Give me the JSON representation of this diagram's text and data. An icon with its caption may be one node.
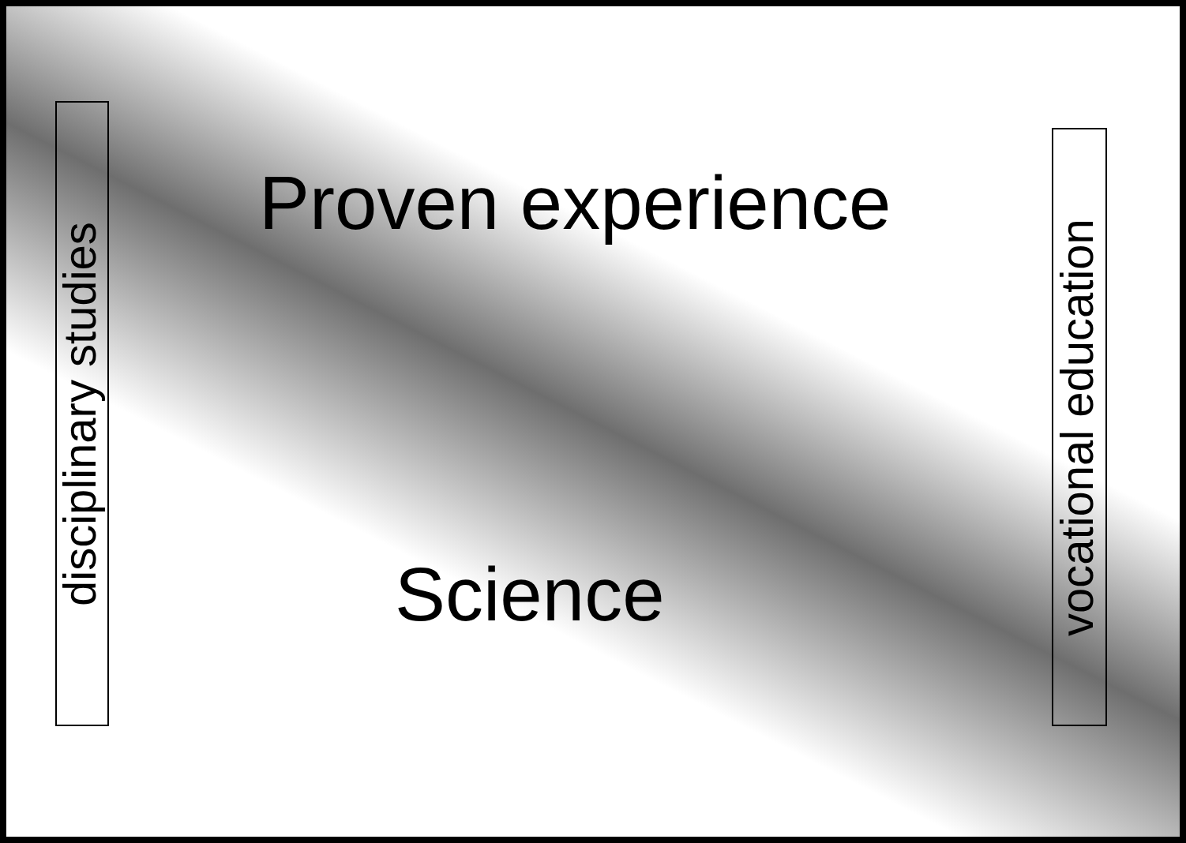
{
  "diagram": {
    "nodes": [
      {
        "text": [
          "disciplinary studies"
        ]
      },
      {
        "text": [
          "vocational education"
        ]
      }
    ],
    "labels": [
      "Proven experience",
      "Science"
    ]
  }
}
